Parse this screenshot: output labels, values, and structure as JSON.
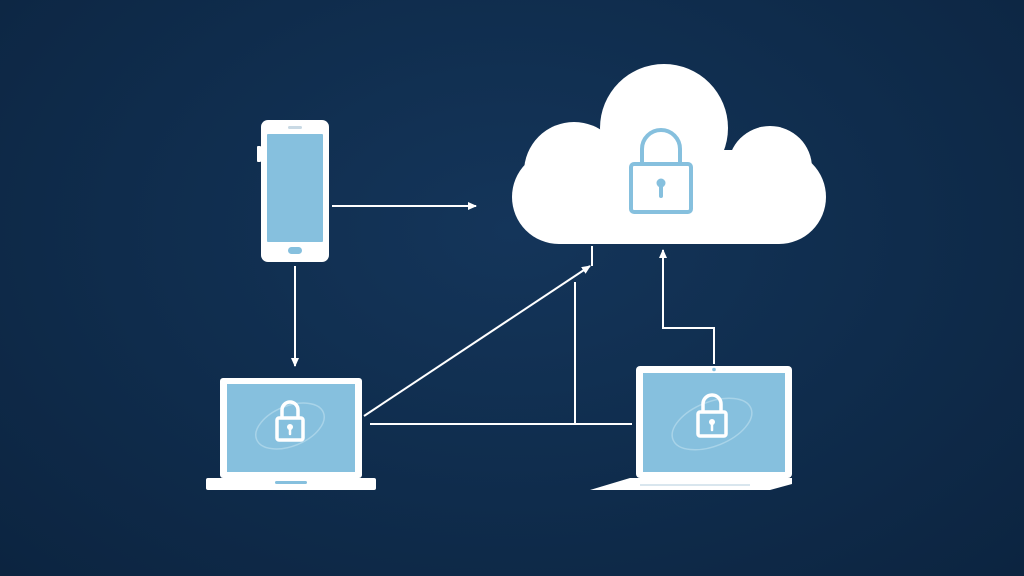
{
  "colors": {
    "background": "#0f2c4c",
    "line": "#ffffff",
    "screen": "#86c0de",
    "cloud": "#ffffff",
    "lock": "#86c0de"
  },
  "nodes": [
    {
      "id": "smartphone",
      "icon": "smartphone-icon"
    },
    {
      "id": "cloud",
      "icon": "cloud-icon"
    },
    {
      "id": "laptop-left",
      "icon": "laptop-icon"
    },
    {
      "id": "laptop-right",
      "icon": "laptop-icon"
    }
  ],
  "connections": [
    {
      "from": "smartphone",
      "to": "cloud"
    },
    {
      "from": "smartphone",
      "to": "laptop-left"
    },
    {
      "from": "laptop-left",
      "to": "cloud"
    },
    {
      "from": "laptop-left",
      "to": "laptop-right"
    },
    {
      "from": "laptop-right",
      "to": "cloud"
    }
  ]
}
